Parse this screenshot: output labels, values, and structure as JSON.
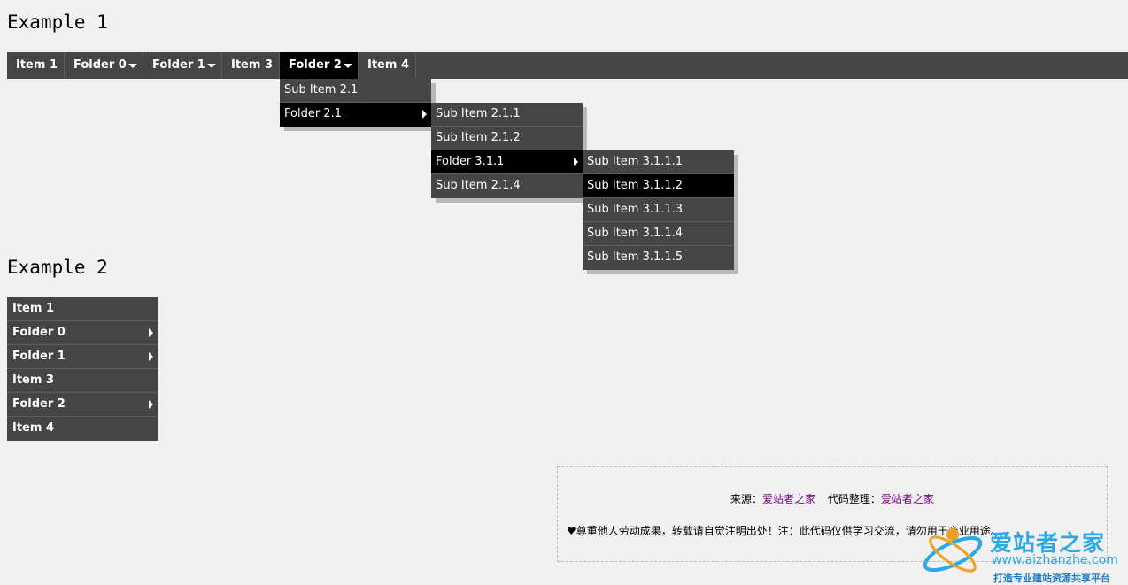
{
  "example1": {
    "heading": "Example 1",
    "bar": [
      {
        "label": "Item 1"
      },
      {
        "label": "Folder 0"
      },
      {
        "label": "Folder 1"
      },
      {
        "label": "Item 3"
      },
      {
        "label": "Folder 2"
      },
      {
        "label": "Item 4"
      }
    ],
    "level1": [
      "Sub Item 2.1",
      "Folder 2.1"
    ],
    "level2": [
      "Sub Item 2.1.1",
      "Sub Item 2.1.2",
      "Folder 3.1.1",
      "Sub Item 2.1.4"
    ],
    "level3": [
      "Sub Item 3.1.1.1",
      "Sub Item 3.1.1.2",
      "Sub Item 3.1.1.3",
      "Sub Item 3.1.1.4",
      "Sub Item 3.1.1.5"
    ]
  },
  "example2": {
    "heading": "Example 2",
    "items": [
      "Item 1",
      "Folder 0",
      "Folder 1",
      "Item 3",
      "Folder 2",
      "Item 4"
    ]
  },
  "footer": {
    "source_label": "来源：",
    "source_link": "爱站者之家",
    "organizer_label": "代码整理：",
    "organizer_link": "爱站者之家",
    "note": "♥尊重他人劳动成果，转载请自觉注明出处！注：此代码仅供学习交流，请勿用于商业用途。"
  },
  "watermark": {
    "title": "爱站者之家",
    "url": "www.aizhanzhe.com",
    "slogan": "打造专业建站资源共享平台"
  },
  "colors": {
    "bar": "#454545",
    "active": "#000000",
    "background": "#f1f1f1",
    "link": "#800080",
    "watermark": "#2aa8e8"
  }
}
